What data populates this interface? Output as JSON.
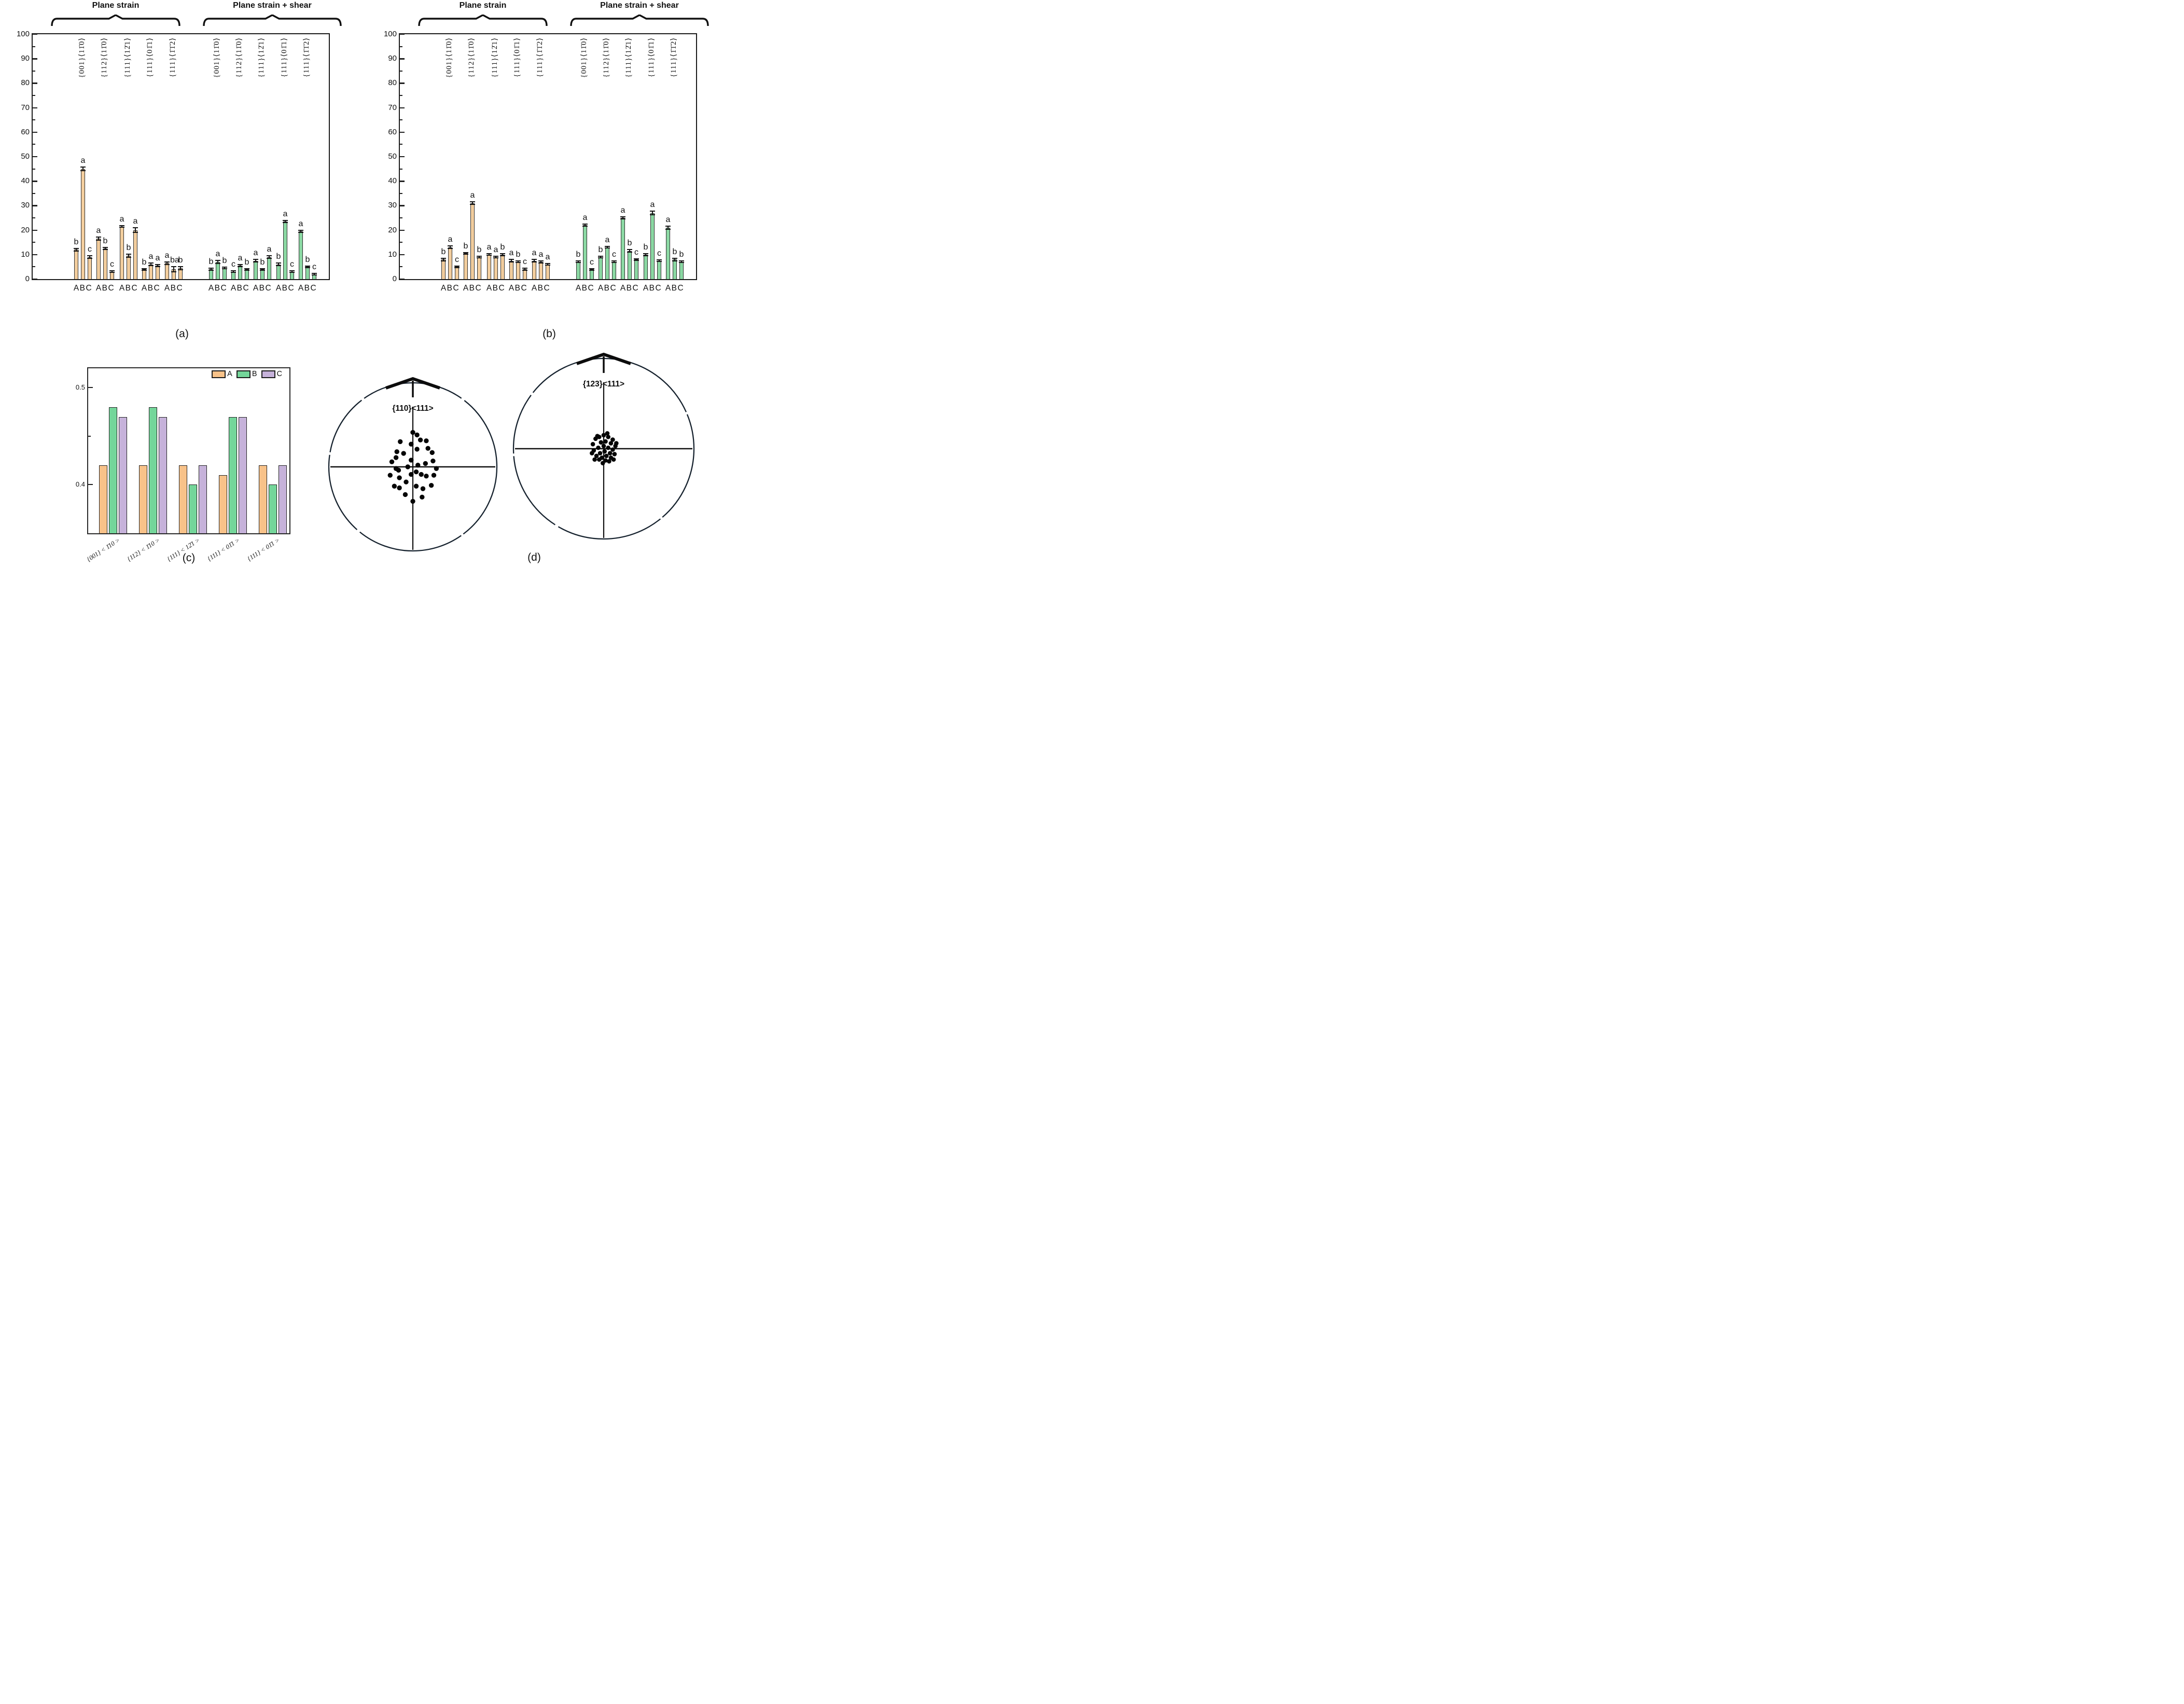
{
  "chart_data": [
    {
      "id": "a",
      "type": "bar",
      "panel_caption": "(a)",
      "y_axis": {
        "min": 0,
        "max": 100,
        "major_step": 10,
        "minor_step": 5
      },
      "ylim": [
        0,
        100
      ],
      "bar_categories": [
        "A",
        "B",
        "C"
      ],
      "sections": [
        {
          "label": "Plane strain",
          "color": "#f2cd9d",
          "groups": [
            {
              "orientation": "{001}⟨11̄0⟩",
              "bars": [
                {
                  "category": "A",
                  "value": 12,
                  "err": 0.8,
                  "letter": "b"
                },
                {
                  "category": "B",
                  "value": 45,
                  "err": 0.9,
                  "letter": "a"
                },
                {
                  "category": "C",
                  "value": 9,
                  "err": 0.7,
                  "letter": "c"
                }
              ]
            },
            {
              "orientation": "{112}⟨11̄0⟩",
              "bars": [
                {
                  "category": "A",
                  "value": 16.5,
                  "err": 0.8,
                  "letter": "a"
                },
                {
                  "category": "B",
                  "value": 12.5,
                  "err": 0.7,
                  "letter": "b"
                },
                {
                  "category": "C",
                  "value": 3,
                  "err": 0.5,
                  "letter": "c"
                }
              ]
            },
            {
              "orientation": "{111}⟨12̄1⟩",
              "bars": [
                {
                  "category": "A",
                  "value": 21.5,
                  "err": 0.6,
                  "letter": "a"
                },
                {
                  "category": "B",
                  "value": 9.5,
                  "err": 0.9,
                  "letter": "b"
                },
                {
                  "category": "C",
                  "value": 20,
                  "err": 1.2,
                  "letter": "a"
                }
              ]
            },
            {
              "orientation": "{111}⟨01̄1⟩",
              "bars": [
                {
                  "category": "A",
                  "value": 4,
                  "err": 0.5,
                  "letter": "b"
                },
                {
                  "category": "B",
                  "value": 6,
                  "err": 0.7,
                  "letter": "a"
                },
                {
                  "category": "C",
                  "value": 5.5,
                  "err": 0.7,
                  "letter": "a"
                }
              ]
            },
            {
              "orientation": "{111}⟨1̄1̄2⟩",
              "bars": [
                {
                  "category": "A",
                  "value": 6.5,
                  "err": 0.7,
                  "letter": "a"
                },
                {
                  "category": "B",
                  "value": 4,
                  "err": 1.3,
                  "letter": "ba"
                },
                {
                  "category": "C",
                  "value": 4.5,
                  "err": 0.8,
                  "letter": "b"
                }
              ]
            }
          ]
        },
        {
          "label": "Plane strain + shear",
          "color": "#8bd8a3",
          "groups": [
            {
              "orientation": "{001}⟨11̄0⟩",
              "bars": [
                {
                  "category": "A",
                  "value": 4,
                  "err": 0.6,
                  "letter": "b"
                },
                {
                  "category": "B",
                  "value": 7,
                  "err": 0.8,
                  "letter": "a"
                },
                {
                  "category": "C",
                  "value": 4.5,
                  "err": 0.5,
                  "letter": "b"
                }
              ]
            },
            {
              "orientation": "{112}⟨11̄0⟩",
              "bars": [
                {
                  "category": "A",
                  "value": 3,
                  "err": 0.5,
                  "letter": "c"
                },
                {
                  "category": "B",
                  "value": 5.5,
                  "err": 0.7,
                  "letter": "a"
                },
                {
                  "category": "C",
                  "value": 4,
                  "err": 0.5,
                  "letter": "b"
                }
              ]
            },
            {
              "orientation": "{111}⟨12̄1⟩",
              "bars": [
                {
                  "category": "A",
                  "value": 7.5,
                  "err": 0.8,
                  "letter": "a"
                },
                {
                  "category": "B",
                  "value": 4,
                  "err": 0.5,
                  "letter": "b"
                },
                {
                  "category": "C",
                  "value": 9,
                  "err": 0.7,
                  "letter": "a"
                }
              ]
            },
            {
              "orientation": "{111}⟨01̄1⟩",
              "bars": [
                {
                  "category": "A",
                  "value": 6,
                  "err": 0.7,
                  "letter": "b"
                },
                {
                  "category": "B",
                  "value": 23.5,
                  "err": 0.6,
                  "letter": "a"
                },
                {
                  "category": "C",
                  "value": 3,
                  "err": 0.4,
                  "letter": "c"
                }
              ]
            },
            {
              "orientation": "{111}⟨1̄1̄2⟩",
              "bars": [
                {
                  "category": "A",
                  "value": 19.5,
                  "err": 0.7,
                  "letter": "a"
                },
                {
                  "category": "B",
                  "value": 5,
                  "err": 0.6,
                  "letter": "b"
                },
                {
                  "category": "C",
                  "value": 2,
                  "err": 0.4,
                  "letter": "c"
                }
              ]
            }
          ]
        }
      ]
    },
    {
      "id": "b",
      "type": "bar",
      "panel_caption": "(b)",
      "y_axis": {
        "min": 0,
        "max": 100,
        "major_step": 10,
        "minor_step": 5
      },
      "ylim": [
        0,
        100
      ],
      "bar_categories": [
        "A",
        "B",
        "C"
      ],
      "sections": [
        {
          "label": "Plane strain",
          "color": "#f2cd9d",
          "groups": [
            {
              "orientation": "{001}⟨11̄0⟩",
              "bars": [
                {
                  "category": "A",
                  "value": 8,
                  "err": 0.7,
                  "letter": "b"
                },
                {
                  "category": "B",
                  "value": 13,
                  "err": 0.7,
                  "letter": "a"
                },
                {
                  "category": "C",
                  "value": 5,
                  "err": 0.4,
                  "letter": "c"
                }
              ]
            },
            {
              "orientation": "{112}⟨11̄0⟩",
              "bars": [
                {
                  "category": "A",
                  "value": 10.5,
                  "err": 0.6,
                  "letter": "b"
                },
                {
                  "category": "B",
                  "value": 31,
                  "err": 0.8,
                  "letter": "a"
                },
                {
                  "category": "C",
                  "value": 9,
                  "err": 0.6,
                  "letter": "b"
                }
              ]
            },
            {
              "orientation": "{111}⟨12̄1⟩",
              "bars": [
                {
                  "category": "A",
                  "value": 10,
                  "err": 0.5,
                  "letter": "a"
                },
                {
                  "category": "B",
                  "value": 9,
                  "err": 0.5,
                  "letter": "a"
                },
                {
                  "category": "C",
                  "value": 10,
                  "err": 0.7,
                  "letter": "b"
                }
              ]
            },
            {
              "orientation": "{111}⟨01̄1⟩",
              "bars": [
                {
                  "category": "A",
                  "value": 7.5,
                  "err": 0.8,
                  "letter": "a"
                },
                {
                  "category": "B",
                  "value": 7,
                  "err": 0.5,
                  "letter": "b"
                },
                {
                  "category": "C",
                  "value": 4,
                  "err": 0.6,
                  "letter": "c"
                }
              ]
            },
            {
              "orientation": "{111}⟨1̄1̄2⟩",
              "bars": [
                {
                  "category": "A",
                  "value": 7.5,
                  "err": 0.7,
                  "letter": "a"
                },
                {
                  "category": "B",
                  "value": 7,
                  "err": 0.6,
                  "letter": "a"
                },
                {
                  "category": "C",
                  "value": 6,
                  "err": 0.5,
                  "letter": "a"
                }
              ]
            }
          ]
        },
        {
          "label": "Plane strain + shear",
          "color": "#8bd8a3",
          "groups": [
            {
              "orientation": "{001}⟨11̄0⟩",
              "bars": [
                {
                  "category": "A",
                  "value": 7,
                  "err": 0.5,
                  "letter": "b"
                },
                {
                  "category": "B",
                  "value": 22,
                  "err": 0.6,
                  "letter": "a"
                },
                {
                  "category": "C",
                  "value": 4,
                  "err": 0.5,
                  "letter": "c"
                }
              ]
            },
            {
              "orientation": "{112}⟨11̄0⟩",
              "bars": [
                {
                  "category": "A",
                  "value": 9,
                  "err": 0.6,
                  "letter": "b"
                },
                {
                  "category": "B",
                  "value": 13,
                  "err": 0.6,
                  "letter": "a"
                },
                {
                  "category": "C",
                  "value": 7,
                  "err": 0.5,
                  "letter": "c"
                }
              ]
            },
            {
              "orientation": "{111}⟨12̄1⟩",
              "bars": [
                {
                  "category": "A",
                  "value": 25,
                  "err": 0.7,
                  "letter": "a"
                },
                {
                  "category": "B",
                  "value": 11.5,
                  "err": 0.7,
                  "letter": "b"
                },
                {
                  "category": "C",
                  "value": 8,
                  "err": 0.5,
                  "letter": "c"
                }
              ]
            },
            {
              "orientation": "{111}⟨01̄1⟩",
              "bars": [
                {
                  "category": "A",
                  "value": 10,
                  "err": 0.6,
                  "letter": "b"
                },
                {
                  "category": "B",
                  "value": 27,
                  "err": 0.9,
                  "letter": "a"
                },
                {
                  "category": "C",
                  "value": 7.5,
                  "err": 0.6,
                  "letter": "c"
                }
              ]
            },
            {
              "orientation": "{111}⟨1̄1̄2⟩",
              "bars": [
                {
                  "category": "A",
                  "value": 21,
                  "err": 0.8,
                  "letter": "a"
                },
                {
                  "category": "B",
                  "value": 8,
                  "err": 0.7,
                  "letter": "b"
                },
                {
                  "category": "C",
                  "value": 7,
                  "err": 0.5,
                  "letter": "b"
                }
              ]
            }
          ]
        }
      ]
    },
    {
      "id": "c",
      "type": "bar",
      "panel_caption": "(c)",
      "legend": [
        "A",
        "B",
        "C"
      ],
      "colors": [
        "#f8c289",
        "#74d69a",
        "#c6b2da"
      ],
      "ylim": [
        0.35,
        0.52
      ],
      "yticks_major": [
        0.4,
        0.5
      ],
      "yticks_minor": [
        0.45
      ],
      "categories": [
        "{001} < 1̄10 >",
        "{112} < 1̄10 >",
        "{111} < 12̄1 >",
        "{111} < 01̄1 >",
        "{111} < 01̄1 >"
      ],
      "series": [
        {
          "name": "A",
          "values": [
            0.42,
            0.42,
            0.42,
            0.41,
            0.42
          ]
        },
        {
          "name": "B",
          "values": [
            0.48,
            0.48,
            0.4,
            0.47,
            0.4
          ]
        },
        {
          "name": "C",
          "values": [
            0.47,
            0.47,
            0.42,
            0.47,
            0.42
          ]
        }
      ]
    },
    {
      "id": "d",
      "type": "scatter",
      "panel_caption": "(d)",
      "figures": [
        {
          "label": "{110}<111>",
          "dots": [
            [
              0.0,
              -0.41
            ],
            [
              0.05,
              -0.38
            ],
            [
              0.09,
              -0.32
            ],
            [
              0.16,
              -0.31
            ],
            [
              -0.15,
              -0.3
            ],
            [
              -0.02,
              -0.27
            ],
            [
              0.18,
              -0.22
            ],
            [
              0.05,
              -0.21
            ],
            [
              0.23,
              -0.17
            ],
            [
              -0.19,
              -0.18
            ],
            [
              -0.11,
              -0.16
            ],
            [
              -0.2,
              -0.11
            ],
            [
              0.24,
              -0.07
            ],
            [
              -0.25,
              -0.06
            ],
            [
              -0.02,
              -0.08
            ],
            [
              -0.06,
              0.0
            ],
            [
              0.06,
              -0.02
            ],
            [
              0.15,
              -0.04
            ],
            [
              -0.2,
              0.02
            ],
            [
              -0.17,
              0.04
            ],
            [
              0.28,
              0.02
            ],
            [
              -0.27,
              0.1
            ],
            [
              -0.02,
              0.09
            ],
            [
              0.04,
              0.06
            ],
            [
              0.1,
              0.09
            ],
            [
              0.16,
              0.11
            ],
            [
              0.25,
              0.1
            ],
            [
              -0.16,
              0.13
            ],
            [
              -0.08,
              0.18
            ],
            [
              0.22,
              0.22
            ],
            [
              0.04,
              0.23
            ],
            [
              0.12,
              0.26
            ],
            [
              -0.22,
              0.23
            ],
            [
              -0.16,
              0.25
            ],
            [
              -0.09,
              0.33
            ],
            [
              0.0,
              0.41
            ],
            [
              0.11,
              0.36
            ]
          ]
        },
        {
          "label": "{123}<111>",
          "dots": [
            [
              0.0,
              -0.15
            ],
            [
              0.05,
              -0.13
            ],
            [
              -0.05,
              -0.13
            ],
            [
              0.1,
              -0.1
            ],
            [
              -0.09,
              -0.11
            ],
            [
              0.02,
              -0.08
            ],
            [
              -0.03,
              -0.07
            ],
            [
              0.08,
              -0.06
            ],
            [
              -0.12,
              -0.05
            ],
            [
              0.13,
              -0.03
            ],
            [
              0.0,
              -0.03
            ],
            [
              0.05,
              -0.01
            ],
            [
              -0.06,
              -0.01
            ],
            [
              0.1,
              0.01
            ],
            [
              -0.11,
              0.02
            ],
            [
              0.01,
              0.03
            ],
            [
              -0.04,
              0.05
            ],
            [
              0.07,
              0.05
            ],
            [
              0.12,
              0.06
            ],
            [
              -0.08,
              0.08
            ],
            [
              0.03,
              0.08
            ],
            [
              -0.02,
              0.1
            ],
            [
              0.08,
              0.1
            ],
            [
              -0.05,
              0.12
            ],
            [
              0.02,
              0.13
            ],
            [
              0.06,
              0.14
            ],
            [
              -0.01,
              0.16
            ],
            [
              -0.13,
              0.05
            ],
            [
              0.14,
              -0.06
            ],
            [
              -0.07,
              -0.14
            ],
            [
              0.04,
              -0.17
            ],
            [
              -0.1,
              0.12
            ],
            [
              0.11,
              0.12
            ]
          ]
        }
      ]
    }
  ]
}
